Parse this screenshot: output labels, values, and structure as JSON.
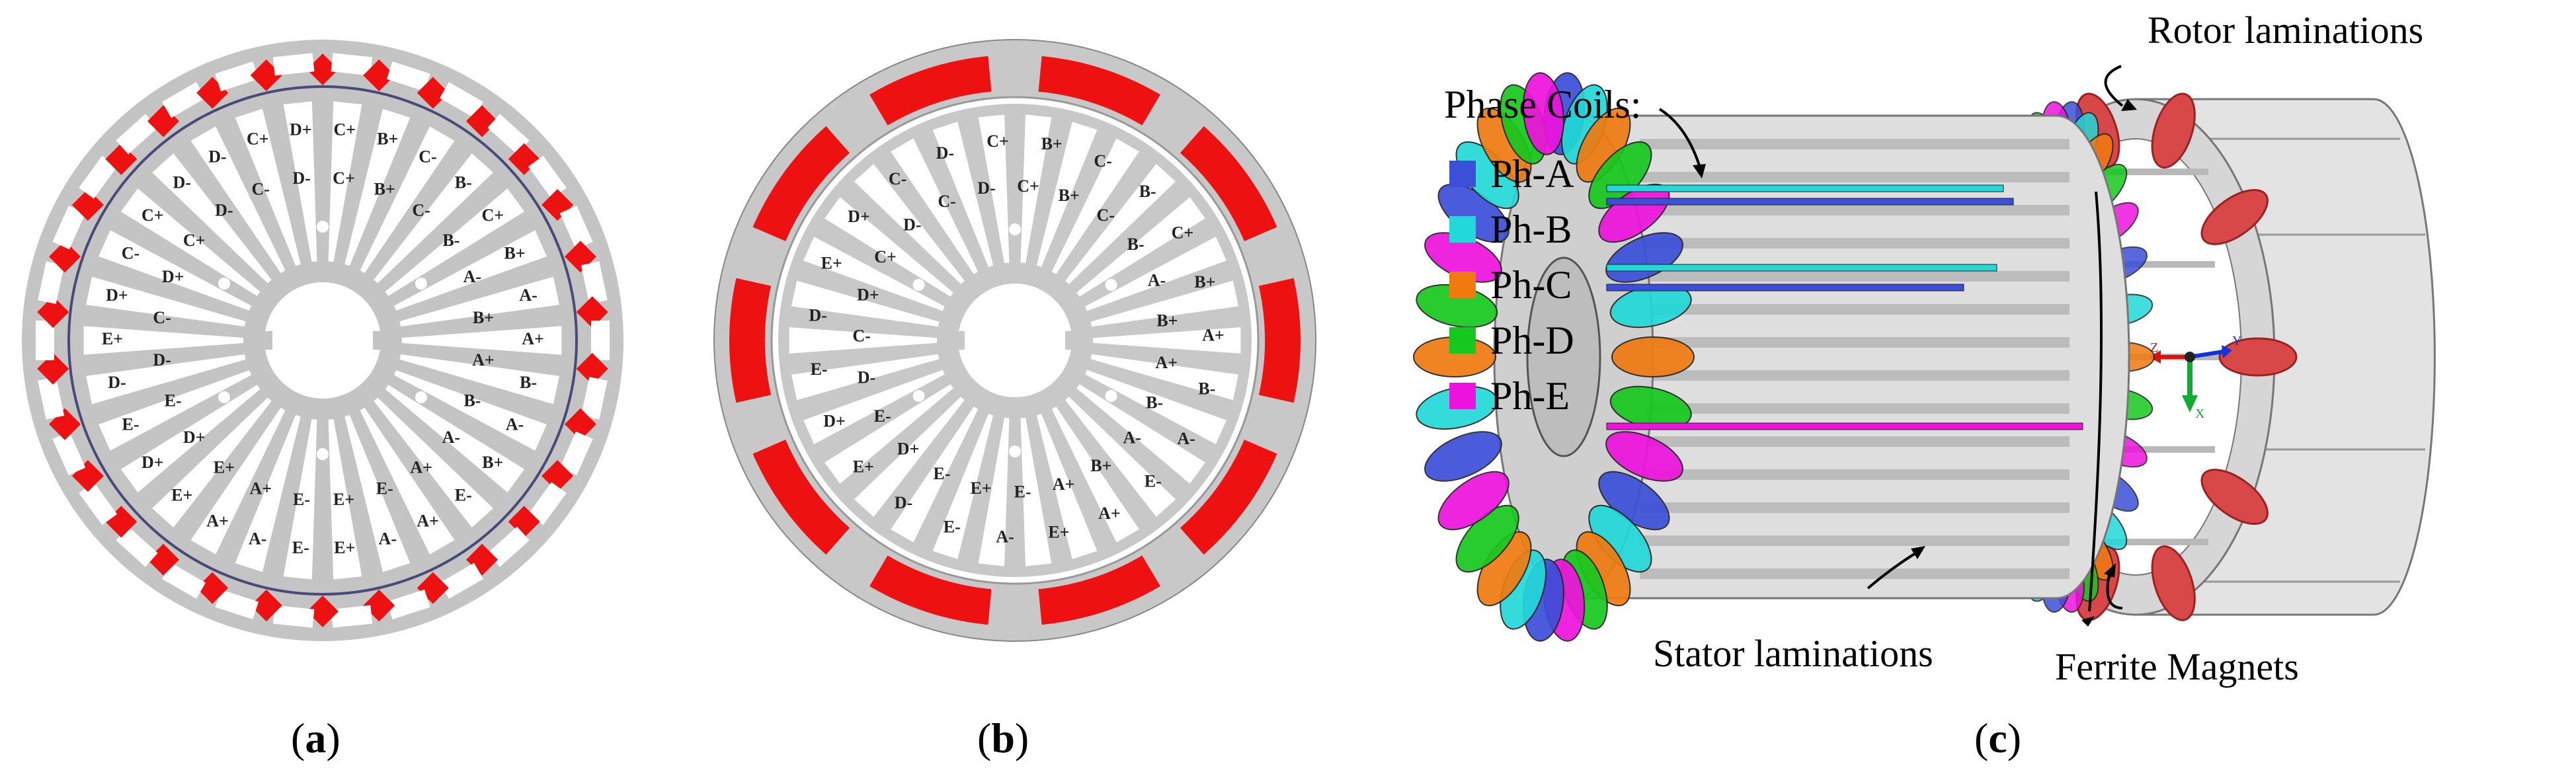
{
  "panels": {
    "a": {
      "caption_open": "(",
      "caption_letter": "a",
      "caption_close": ")",
      "outer_labels": [
        "C+",
        "B+",
        "C-",
        "B-",
        "C+",
        "B+",
        "A-",
        "A+",
        "B-",
        "A-",
        "B+",
        "E-",
        "A+",
        "A-",
        "E+",
        "E-",
        "A-",
        "A+",
        "E+",
        "D+",
        "E-",
        "D-",
        "E+",
        "D+",
        "C-",
        "C+",
        "D-",
        "D-",
        "C+",
        "D+"
      ],
      "inner_labels": [
        "C+",
        "B+",
        "C-",
        "B-",
        "A-",
        "B+",
        "A+",
        "B-",
        "A-",
        "A+",
        "E-",
        "E+",
        "E-",
        "A+",
        "E+",
        "D+",
        "E-",
        "D-",
        "C-",
        "D+",
        "C+",
        "D-",
        "C-",
        "D-"
      ],
      "magnet_color": "#ee1111",
      "lamination_color": "#c4c4c4"
    },
    "b": {
      "caption_open": "(",
      "caption_letter": "b",
      "caption_close": ")",
      "outer_labels": [
        "B+",
        "C-",
        "B-",
        "C+",
        "B+",
        "A+",
        "B-",
        "A-",
        "E-",
        "A+",
        "E+",
        "A-",
        "E-",
        "D-",
        "E+",
        "D+",
        "E-",
        "D-",
        "E+",
        "D+",
        "C-",
        "D-",
        "C+"
      ],
      "inner_labels": [
        "C+",
        "B+",
        "C-",
        "B-",
        "A-",
        "B+",
        "A+",
        "B-",
        "A-",
        "B+",
        "A+",
        "E-",
        "E+",
        "E-",
        "D+",
        "E-",
        "D-",
        "C-",
        "D+",
        "C+",
        "D-",
        "C-",
        "D-"
      ],
      "magnet_color": "#ee1111",
      "lamination_color": "#c8c8c8"
    },
    "c": {
      "caption_open": "(",
      "caption_letter": "c",
      "caption_close": ")",
      "legend_title": "Phase Coils:",
      "phases": [
        {
          "label": "Ph-A",
          "color": "#3b4fd8"
        },
        {
          "label": "Ph-B",
          "color": "#22d8d8"
        },
        {
          "label": "Ph-C",
          "color": "#f07a10"
        },
        {
          "label": "Ph-D",
          "color": "#16c81e"
        },
        {
          "label": "Ph-E",
          "color": "#ee12dd"
        }
      ],
      "label_rotor": "Rotor laminations",
      "label_stator": "Stator laminations",
      "label_magnets": "Ferrite Magnets",
      "axis_labels": {
        "z": "Z",
        "y": "Y",
        "x": "X"
      }
    }
  }
}
